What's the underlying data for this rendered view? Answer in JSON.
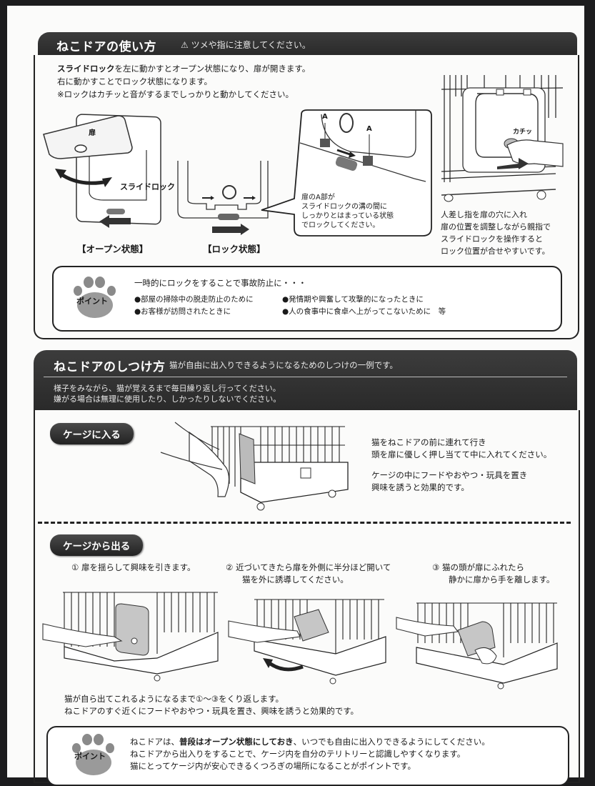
{
  "usage_section": {
    "title": "ねこドアの使い方",
    "warning_icon": "warning-triangle-icon",
    "warning": "⚠ ツメや指に注意してください。",
    "intro_bold": "スライドロック",
    "intro_line1_rest": "を左に動かすとオープン状態になり、扉が開きます。",
    "intro_line2": "右に動かすことでロック状態になります。",
    "intro_line3": "※ロックはカチッと音がするまでしっかりと動かしてください。",
    "figures": {
      "door_label": "扉",
      "slide_lock_label": "スライドロック",
      "open_state_caption": "【オープン状態】",
      "lock_state_caption": "【ロック状態】",
      "part_a_label": "A",
      "callout_lines": [
        "扉のA部が",
        "スライドロックの溝の間に",
        "しっかりとはまっている状態",
        "でロックしてください。"
      ],
      "click_sound": "カチッ",
      "tip_lines": [
        "人差し指を扉の穴に入れ",
        "扉の位置を調整しながら親指で",
        "スライドロックを操作すると",
        "ロック位置が合せやすいです。"
      ]
    },
    "point_box": {
      "badge": "ポイント",
      "lead": "一時的にロックをすることで事故防止に・・・",
      "bullets": [
        "●部屋の掃除中の脱走防止のために",
        "●お客様が訪問されたときに",
        "●発情期や興奮して攻撃的になったときに",
        "●人の食事中に食卓へ上がってこないために　等"
      ]
    }
  },
  "training_section": {
    "title": "ねこドアのしつけ方",
    "subtitle": "猫が自由に出入りできるようになるためのしつけの一例です。",
    "note_line1": "様子をみながら、猫が覚えるまで毎日繰り返し行ってください。",
    "note_line2": "嫌がる場合は無理に使用したり、しかったりしないでください。",
    "enter": {
      "label": "ケージに入る",
      "lines": [
        "猫をねこドアの前に連れて行き",
        "頭を扉に優しく押し当てて中に入れてください。",
        "ケージの中にフードやおやつ・玩具を置き",
        "興味を誘うと効果的です。"
      ]
    },
    "exit": {
      "label": "ケージから出る",
      "steps": [
        {
          "num": "①",
          "text": "扉を揺らして興味を引きます。",
          "text2": ""
        },
        {
          "num": "②",
          "text": "近づいてきたら扉を外側に半分ほど開いて",
          "text2": "猫を外に誘導してください。"
        },
        {
          "num": "③",
          "text": "猫の頭が扉にふれたら",
          "text2": "静かに扉から手を離します。"
        }
      ],
      "repeat_line1": "猫が自ら出てこれるようになるまで①～③をくり返します。",
      "repeat_line2": "ねこドアのすぐ近くにフードやおやつ・玩具を置き、興味を誘うと効果的です。"
    },
    "point_box": {
      "badge": "ポイント",
      "line1_pre": "ねこドアは、",
      "line1_bold": "普段はオープン状態にしておき",
      "line1_post": "、いつでも自由に出入りできるようにしてください。",
      "line2": "ねこドアから出入りをすることで、ケージ内を自分のテリトリーと認識しやすくなります。",
      "line3": "猫にとってケージ内が安心できるくつろぎの場所になることがポイントです。"
    }
  },
  "colors": {
    "background": "#1c1c1e",
    "paper": "#fbfbfa",
    "header": "#333333",
    "paw": "#8a8a8a"
  }
}
